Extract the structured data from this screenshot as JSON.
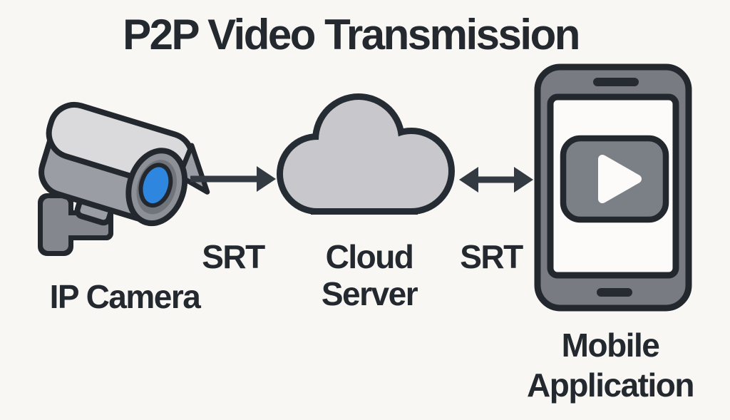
{
  "title": "P2P Video Transmission",
  "nodes": {
    "camera": {
      "label": "IP Camera",
      "icon": "security-camera-icon"
    },
    "cloud": {
      "label_line1": "Cloud",
      "label_line2": "Server",
      "icon": "cloud-icon"
    },
    "mobile": {
      "label_line1": "Mobile",
      "label_line2": "Application",
      "icon": "smartphone-video-icon"
    }
  },
  "connections": {
    "camera_to_cloud": {
      "protocol": "SRT",
      "direction": "one-way-right"
    },
    "cloud_to_mobile": {
      "protocol": "SRT",
      "direction": "two-way"
    }
  },
  "colors": {
    "background": "#f8f7f4",
    "outline": "#23282e",
    "text": "#24292f",
    "arrow": "#343a42",
    "camera_cover": "#dadadc",
    "camera_body": "#9a9da3",
    "bracket_gray": "#84878d",
    "lens_ring": "#8d9096",
    "lens_inner_ring": "#70747b",
    "lens_blue": "#2e86de",
    "cloud_fill": "#c8c8cc",
    "phone_body": "#787c82",
    "screen_white": "#fcfbf9",
    "player_gray": "#7b7f86"
  }
}
